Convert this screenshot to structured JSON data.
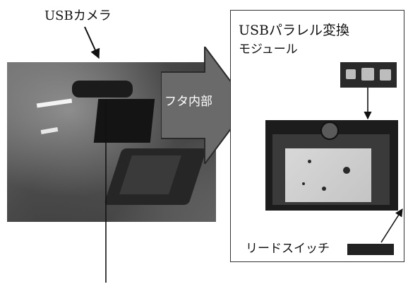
{
  "labels": {
    "usb_camera": "USBカメラ",
    "usb_parallel_line1": "USBパラレル変換",
    "usb_parallel_line2": "モジュール",
    "futa_interior": "フタ内部",
    "reed_switch": "リードスイッチ"
  }
}
